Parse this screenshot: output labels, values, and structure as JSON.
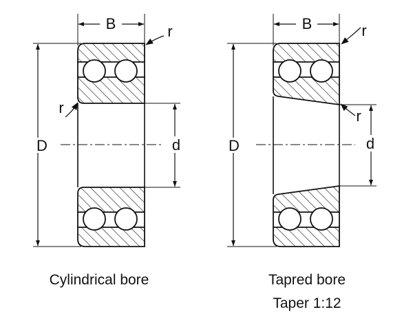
{
  "views": [
    {
      "id": "cylindrical",
      "width_label": "B",
      "outer_diameter_label": "D",
      "bore_diameter_label": "d",
      "corner_radius_outer_label": "r",
      "corner_radius_inner_label": "r",
      "caption": "Cylindrical bore",
      "caption_line2": ""
    },
    {
      "id": "tapered",
      "width_label": "B",
      "outer_diameter_label": "D",
      "bore_diameter_label": "d",
      "corner_radius_outer_label": "r",
      "corner_radius_inner_label": "r",
      "caption": "Tapred bore",
      "caption_line2": "Taper 1:12"
    }
  ]
}
